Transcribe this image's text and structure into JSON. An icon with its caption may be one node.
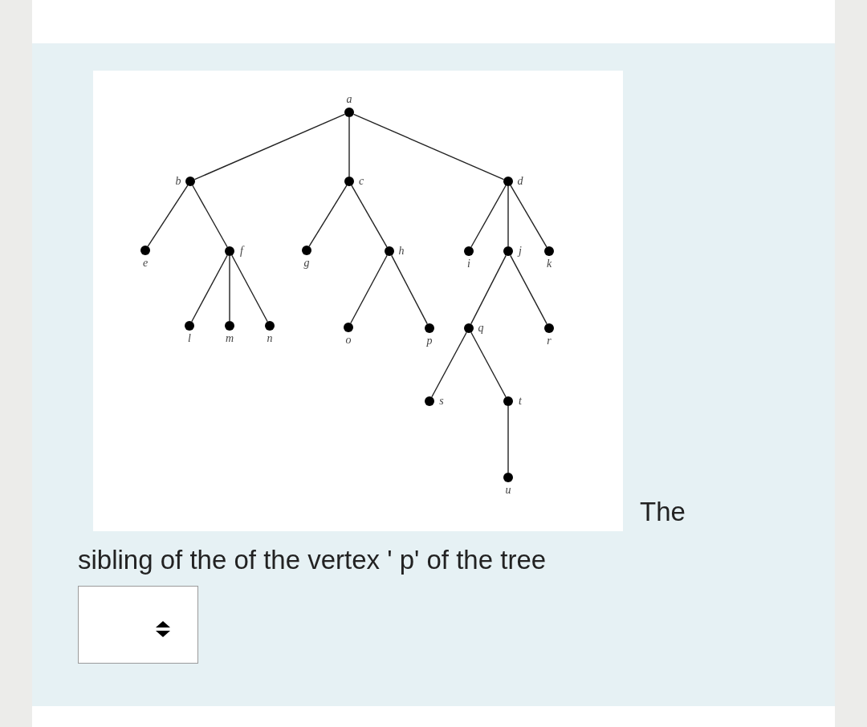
{
  "diagram": {
    "nodes": [
      {
        "text": [
          "a"
        ]
      },
      {
        "text": [
          "b"
        ]
      },
      {
        "text": [
          "c"
        ]
      },
      {
        "text": [
          "d"
        ]
      },
      {
        "text": [
          "e"
        ]
      },
      {
        "text": [
          "f"
        ]
      },
      {
        "text": [
          "g"
        ]
      },
      {
        "text": [
          "h"
        ]
      },
      {
        "text": [
          "i"
        ]
      },
      {
        "text": [
          "j"
        ]
      },
      {
        "text": [
          "k"
        ]
      },
      {
        "text": [
          "l"
        ]
      },
      {
        "text": [
          "m"
        ]
      },
      {
        "text": [
          "n"
        ]
      },
      {
        "text": [
          "o"
        ]
      },
      {
        "text": [
          "p"
        ]
      },
      {
        "text": [
          "q"
        ]
      },
      {
        "text": [
          "r"
        ]
      },
      {
        "text": [
          "s"
        ]
      },
      {
        "text": [
          "t"
        ]
      },
      {
        "text": [
          "u"
        ]
      }
    ],
    "edges": [
      {
        "from": 0,
        "to": 1,
        "arrow": "none"
      },
      {
        "from": 0,
        "to": 2,
        "arrow": "none"
      },
      {
        "from": 0,
        "to": 3,
        "arrow": "none"
      },
      {
        "from": 1,
        "to": 4,
        "arrow": "none"
      },
      {
        "from": 1,
        "to": 5,
        "arrow": "none"
      },
      {
        "from": 2,
        "to": 6,
        "arrow": "none"
      },
      {
        "from": 2,
        "to": 7,
        "arrow": "none"
      },
      {
        "from": 3,
        "to": 8,
        "arrow": "none"
      },
      {
        "from": 3,
        "to": 9,
        "arrow": "none"
      },
      {
        "from": 3,
        "to": 10,
        "arrow": "none"
      },
      {
        "from": 5,
        "to": 11,
        "arrow": "none"
      },
      {
        "from": 5,
        "to": 12,
        "arrow": "none"
      },
      {
        "from": 5,
        "to": 13,
        "arrow": "none"
      },
      {
        "from": 7,
        "to": 14,
        "arrow": "none"
      },
      {
        "from": 7,
        "to": 15,
        "arrow": "none"
      },
      {
        "from": 9,
        "to": 16,
        "arrow": "none"
      },
      {
        "from": 9,
        "to": 17,
        "arrow": "none"
      },
      {
        "from": 16,
        "to": 18,
        "arrow": "none"
      },
      {
        "from": 16,
        "to": 19,
        "arrow": "none"
      },
      {
        "from": 19,
        "to": 20,
        "arrow": "none"
      }
    ],
    "labels": [
      "The sibling of the of the vertex ' p' of the tree"
    ]
  }
}
